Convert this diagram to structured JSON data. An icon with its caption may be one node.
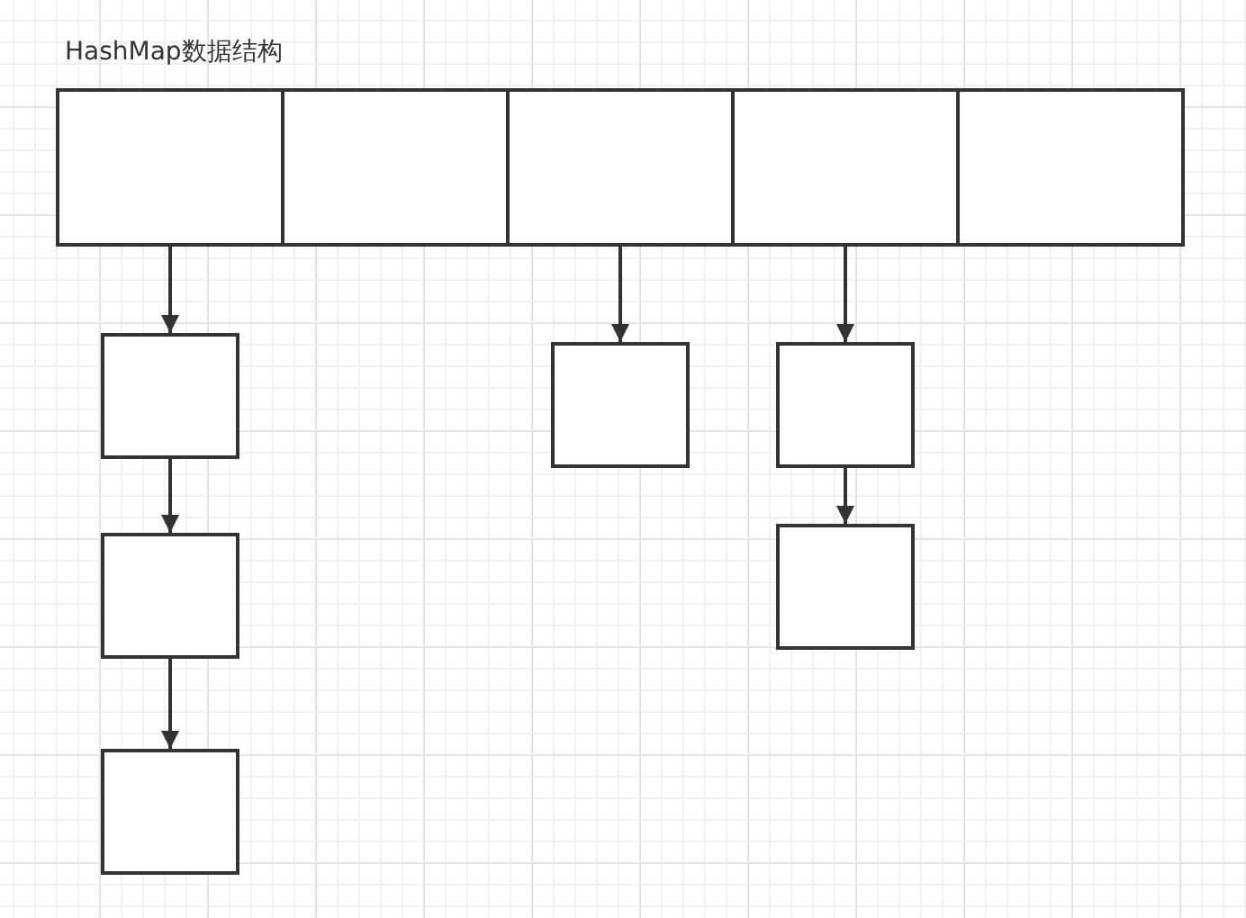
{
  "diagram": {
    "title": "HashMap数据结构",
    "nodes": [
      {
        "text": [],
        "shape": "box"
      },
      {
        "text": [],
        "shape": "box"
      },
      {
        "text": [],
        "shape": "box"
      },
      {
        "text": [],
        "shape": "box"
      },
      {
        "text": [],
        "shape": "box"
      },
      {
        "text": [],
        "shape": "box"
      },
      {
        "text": [],
        "shape": "box"
      },
      {
        "text": [],
        "shape": "box"
      },
      {
        "text": [],
        "shape": "box"
      },
      {
        "text": [],
        "shape": "box"
      },
      {
        "text": [],
        "shape": "box"
      }
    ],
    "edges": [
      {
        "from": 0,
        "to": 5,
        "arrow": "to"
      },
      {
        "from": 5,
        "to": 6,
        "arrow": "to"
      },
      {
        "from": 6,
        "to": 7,
        "arrow": "to"
      },
      {
        "from": 2,
        "to": 8,
        "arrow": "to"
      },
      {
        "from": 3,
        "to": 9,
        "arrow": "to"
      },
      {
        "from": 9,
        "to": 10,
        "arrow": "to"
      }
    ]
  }
}
